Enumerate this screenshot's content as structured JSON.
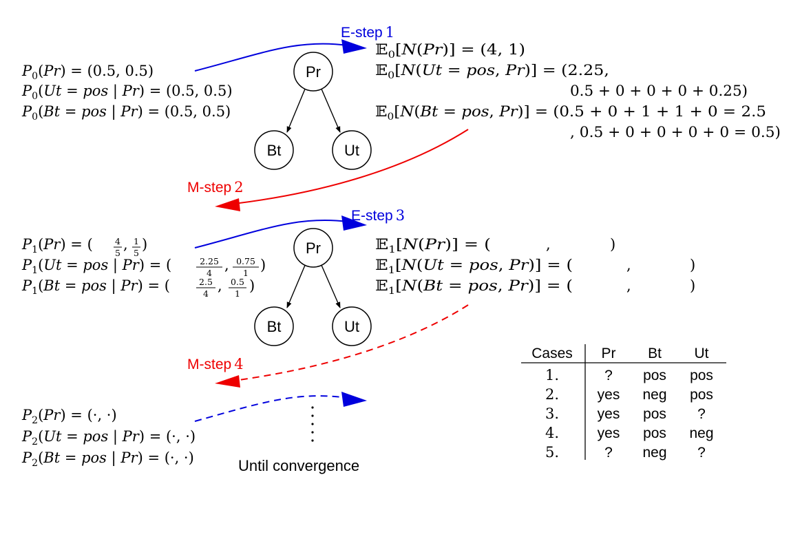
{
  "colors": {
    "estep": "#0000dd",
    "mstep": "#ee0000",
    "text": "#000000"
  },
  "steps": {
    "e1": {
      "label": "E-step",
      "num": "1"
    },
    "m2": {
      "label": "M-step",
      "num": "2"
    },
    "e3": {
      "label": "E-step",
      "num": "3"
    },
    "m4": {
      "label": "M-step",
      "num": "4"
    }
  },
  "nodes": {
    "pr": "Pr",
    "bt": "Bt",
    "ut": "Ut"
  },
  "block0": {
    "p_pr": {
      "pre": "P",
      "sub": "0",
      "a": "(",
      "b": "Pr",
      "c": ") = (0.5, 0.5)"
    },
    "p_ut": {
      "pre": "P",
      "sub": "0",
      "a": "(",
      "b": "Ut",
      "c": " = ",
      "d": "pos",
      "e": " | ",
      "f": "Pr",
      "g": ") = (0.5, 0.5)"
    },
    "p_bt": {
      "pre": "P",
      "sub": "0",
      "a": "(",
      "b": "Bt",
      "c": " = ",
      "d": "pos",
      "e": " | ",
      "f": "Pr",
      "g": ") = (0.5, 0.5)"
    },
    "e_pr": {
      "pre": "𝔼",
      "sub": "0",
      "a": "[",
      "b": "N",
      "c": "(",
      "d": "Pr",
      "e": ")] = (4, 1)"
    },
    "e_ut": {
      "pre": "𝔼",
      "sub": "0",
      "a": "[",
      "b": "N",
      "c": "(",
      "d": "Ut",
      "e": " = ",
      "f": "pos",
      "g": ", ",
      "h": "Pr",
      "i": ")] = (2.25,",
      "cont": "0.5 + 0 + 0 + 0 + 0.25)"
    },
    "e_bt": {
      "pre": "𝔼",
      "sub": "0",
      "a": "[",
      "b": "N",
      "c": "(",
      "d": "Bt",
      "e": " = ",
      "f": "pos",
      "g": ", ",
      "h": "Pr",
      "i": ")] = (0.5 + 0 + 1 + 1 + 0 = 2.5",
      "cont": ", 0.5 + 0 + 0 + 0 + 0 = 0.5)"
    }
  },
  "block1": {
    "p_pr": {
      "pre": "P",
      "sub": "1",
      "a": "(",
      "b": "Pr",
      "c": ") = (",
      "n1": "4",
      "d1": "5",
      "sep": ",",
      "n2": "1",
      "d2": "5",
      "close": ")"
    },
    "p_ut": {
      "pre": "P",
      "sub": "1",
      "a": "(",
      "b": "Ut",
      "c": " = ",
      "d": "pos",
      "e": " | ",
      "f": "Pr",
      "g": ") = (",
      "n1": "2.25",
      "d1": "4",
      "sep": ",",
      "n2": "0.75",
      "d2": "1",
      "close": ")"
    },
    "p_bt": {
      "pre": "P",
      "sub": "1",
      "a": "(",
      "b": "Bt",
      "c": " = ",
      "d": "pos",
      "e": " | ",
      "f": "Pr",
      "g": ") = (",
      "n1": "2.5",
      "d1": "4",
      "sep": ",",
      "n2": "0.5",
      "d2": "1",
      "close": ")"
    },
    "e_pr": {
      "pre": "𝔼",
      "sub": "1",
      "a": "[",
      "b": "N",
      "c": "(",
      "d": "Pr",
      "e": ")] = (",
      "comma": ",",
      "close": ")"
    },
    "e_ut": {
      "pre": "𝔼",
      "sub": "1",
      "a": "[",
      "b": "N",
      "c": "(",
      "d": "Ut",
      "e": " = ",
      "f": "pos",
      "g": ", ",
      "h": "Pr",
      "i": ")] = (",
      "comma": ",",
      "close": ")"
    },
    "e_bt": {
      "pre": "𝔼",
      "sub": "1",
      "a": "[",
      "b": "N",
      "c": "(",
      "d": "Bt",
      "e": " = ",
      "f": "pos",
      "g": ", ",
      "h": "Pr",
      "i": ")] = (",
      "comma": ",",
      "close": ")"
    }
  },
  "block2": {
    "p_pr": {
      "pre": "P",
      "sub": "2",
      "a": "(",
      "b": "Pr",
      "c": ") = (·, ·)"
    },
    "p_ut": {
      "pre": "P",
      "sub": "2",
      "a": "(",
      "b": "Ut",
      "c": " = ",
      "d": "pos",
      "e": " | ",
      "f": "Pr",
      "g": ") = (·, ·)"
    },
    "p_bt": {
      "pre": "P",
      "sub": "2",
      "a": "(",
      "b": "Bt",
      "c": " = ",
      "d": "pos",
      "e": " | ",
      "f": "Pr",
      "g": ") = (·, ·)"
    },
    "until": "Until convergence"
  },
  "cases_table": {
    "headers": [
      "Cases",
      "Pr",
      "Bt",
      "Ut"
    ],
    "rows": [
      [
        "1.",
        "?",
        "pos",
        "pos"
      ],
      [
        "2.",
        "yes",
        "neg",
        "pos"
      ],
      [
        "3.",
        "yes",
        "pos",
        "?"
      ],
      [
        "4.",
        "yes",
        "pos",
        "neg"
      ],
      [
        "5.",
        "?",
        "neg",
        "?"
      ]
    ]
  }
}
